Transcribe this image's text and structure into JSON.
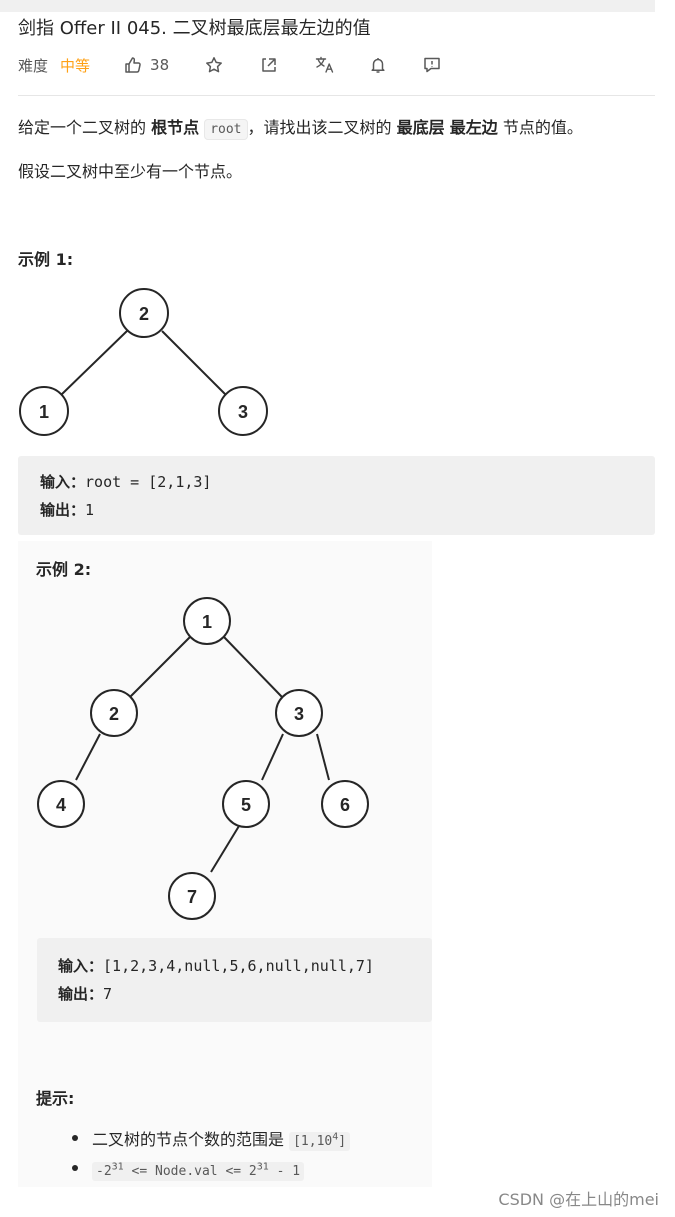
{
  "header": {
    "title": "剑指 Offer II 045. 二叉树最底层最左边的值",
    "difficulty_label": "难度",
    "difficulty_value": "中等",
    "like_count": "38"
  },
  "description": {
    "p1_pre": "给定一个二叉树的 ",
    "p1_bold1": "根节点",
    "p1_code": "root",
    "p1_mid": "，请找出该二叉树的 ",
    "p1_bold2": "最底层",
    "p1_bold3": "最左边",
    "p1_post": " 节点的值。",
    "p2": "假设二叉树中至少有一个节点。"
  },
  "example1": {
    "title": "示例 1:",
    "nodes": [
      "2",
      "1",
      "3"
    ],
    "input_label": "输入：",
    "input_value": "root = [2,1,3]",
    "output_label": "输出：",
    "output_value": "1"
  },
  "example2": {
    "title": "示例 2:",
    "nodes": [
      "1",
      "2",
      "3",
      "4",
      "5",
      "6",
      "7"
    ],
    "input_label": "输入：",
    "input_value": "[1,2,3,4,null,5,6,null,null,7]",
    "output_label": "输出：",
    "output_value": "7"
  },
  "hints": {
    "title": "提示:",
    "item1_text": "二叉树的节点个数的范围是 ",
    "item1_code_base": "[1,10",
    "item1_code_exp": "4",
    "item1_code_end": "]",
    "item2_a": "-2",
    "item2_a_exp": "31",
    "item2_mid": " <= Node.val <= 2",
    "item2_b_exp": "31",
    "item2_end": " - 1"
  },
  "watermark": "CSDN @在上山的mei"
}
